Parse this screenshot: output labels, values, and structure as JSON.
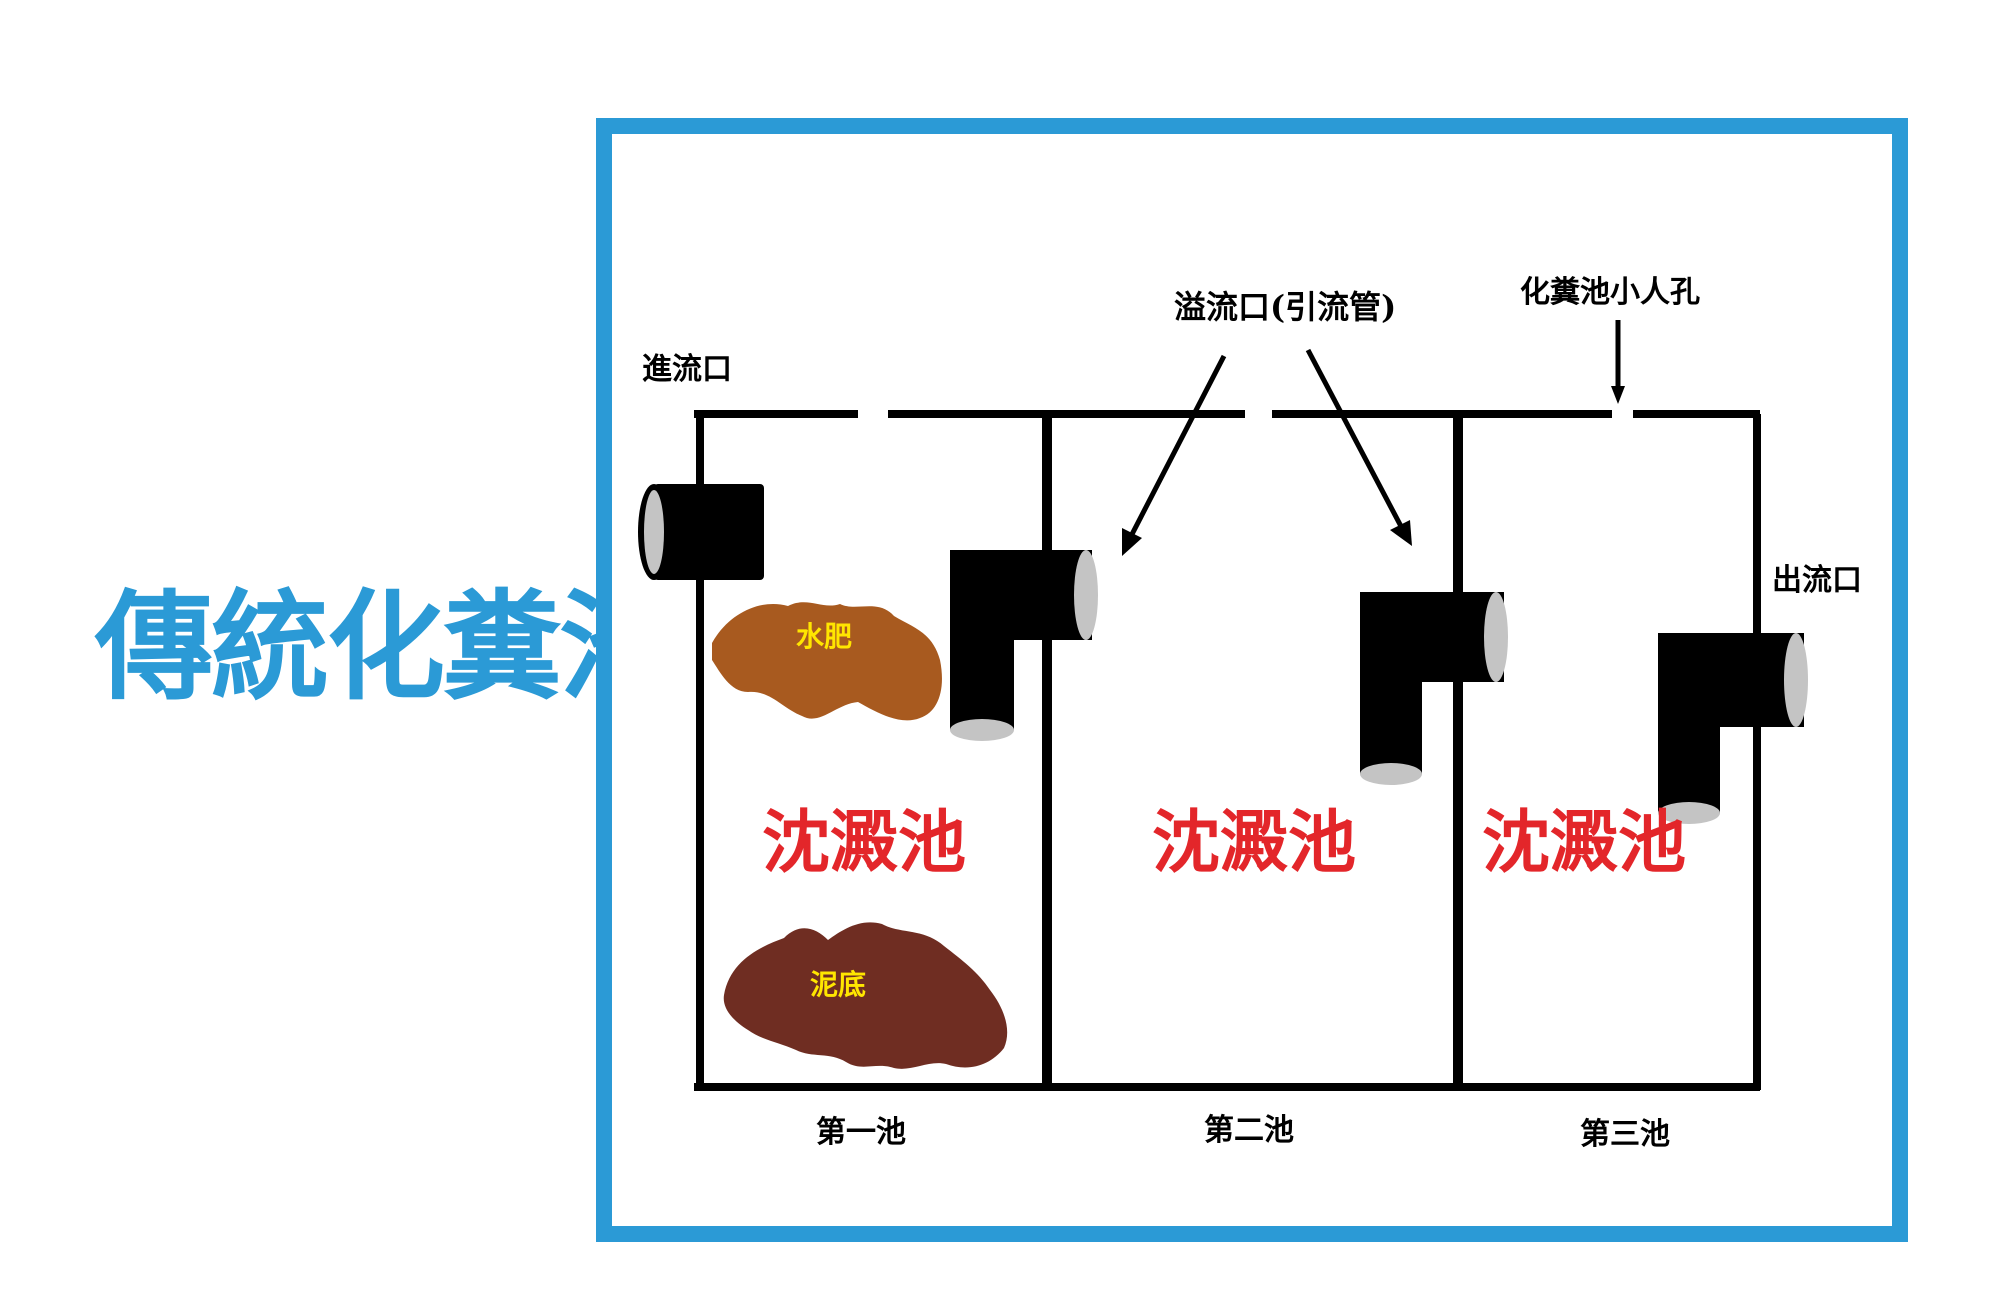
{
  "title": "傳統化糞池",
  "labels": {
    "inlet": "進流口",
    "overflow": "溢流口(引流管)",
    "manhole": "化糞池小人孔",
    "outlet": "出流口",
    "scum": "水肥",
    "sludge": "泥底"
  },
  "chambers": [
    {
      "name": "沈澱池",
      "caption": "第一池"
    },
    {
      "name": "沈澱池",
      "caption": "第二池"
    },
    {
      "name": "沈澱池",
      "caption": "第三池"
    }
  ],
  "colors": {
    "title": "#2b9ad6",
    "frame": "#2b9ad6",
    "structure": "#000000",
    "pipe_end": "#c4c4c4",
    "chamber_name": "#e3262a",
    "scum": "#a85a1f",
    "sludge": "#6f2d22",
    "blob_label": "#ffe600"
  }
}
